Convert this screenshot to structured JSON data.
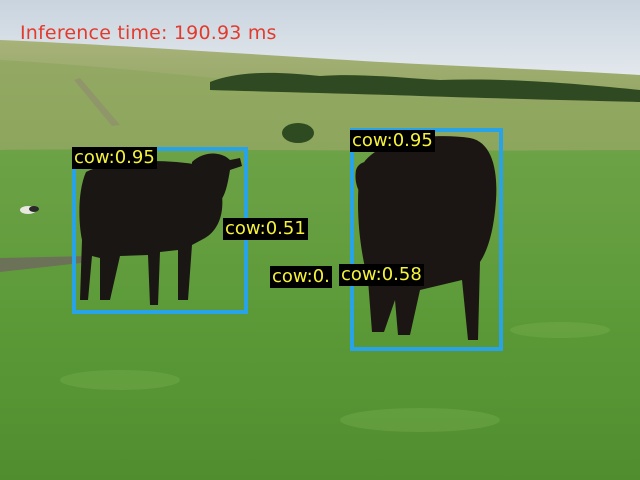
{
  "overlay": {
    "inference_text": "Inference time: 190.93 ms",
    "inference_color": "#e23b2e",
    "box_color": "#29a3e8",
    "label_text_color": "#f5f23a",
    "label_bg_color": "#000000"
  },
  "detections": [
    {
      "label": "cow:0.95"
    },
    {
      "label": "cow:0.51"
    },
    {
      "label": "cow:0.95"
    },
    {
      "label": "cow:0.58"
    },
    {
      "label": "cow:0."
    }
  ]
}
